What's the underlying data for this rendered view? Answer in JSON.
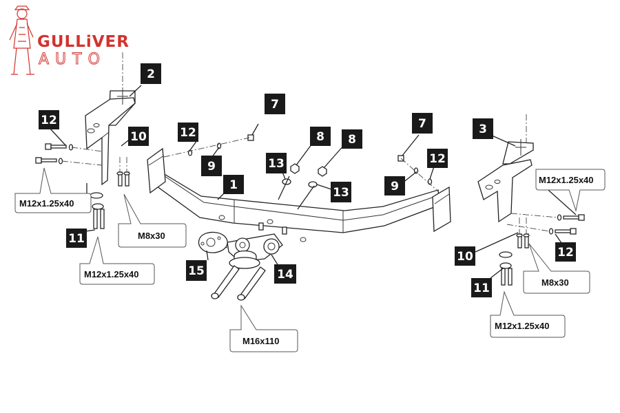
{
  "brand": {
    "line1": "GULLiVER",
    "line2": "AUTO",
    "color": "#d3322f"
  },
  "labels": {
    "l1": "1",
    "l2": "2",
    "l3": "3",
    "l7a": "7",
    "l7b": "7",
    "l8a": "8",
    "l8b": "8",
    "l9a": "9",
    "l9b": "9",
    "l10a": "10",
    "l10b": "10",
    "l11a": "11",
    "l11b": "11",
    "l12a": "12",
    "l12b": "12",
    "l12c": "12",
    "l12d": "12",
    "l13a": "13",
    "l13b": "13",
    "l14": "14",
    "l15": "15"
  },
  "callouts": {
    "m12_left_top": "M12x1.25x40",
    "m8_left": "M8x30",
    "m12_left_bottom": "M12x1.25x40",
    "m16": "M16x110",
    "m12_right_top": "M12x1.25x40",
    "m8_right": "M8x30",
    "m12_right_bottom": "M12x1.25x40"
  }
}
